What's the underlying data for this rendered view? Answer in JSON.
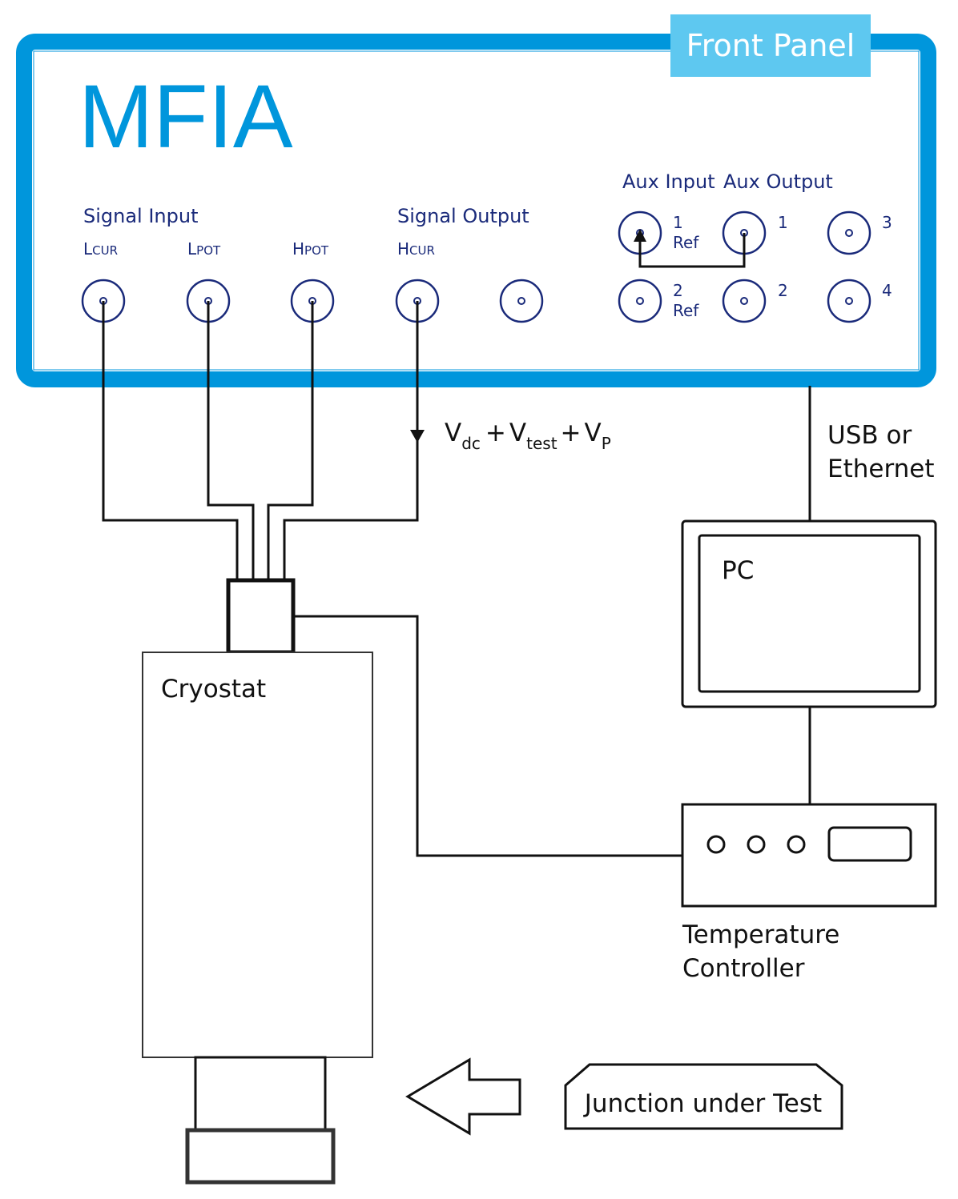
{
  "colors": {
    "panel_blue": "#0096dc",
    "label_bg": "#5ec8f0",
    "connector_navy": "#1a2a7a",
    "line_black": "#111111"
  },
  "front_panel": {
    "tab_label": "Front Panel",
    "device_name": "MFIA",
    "signal_input_label": "Signal Input",
    "signal_output_label": "Signal Output",
    "aux_input_label": "Aux Input",
    "aux_output_label": "Aux Output",
    "connectors": {
      "lcur_l": "L",
      "lcur_sub": "CUR",
      "lpot_l": "L",
      "lpot_sub": "POT",
      "hpot_h": "H",
      "hpot_sub": "POT",
      "hcur_h": "H",
      "hcur_sub": "CUR"
    },
    "aux_in_1_num": "1",
    "aux_in_1_ref": "Ref",
    "aux_in_2_num": "2",
    "aux_in_2_ref": "Ref",
    "aux_out_1_num": "1",
    "aux_out_2_num": "2",
    "aux_out_3_num": "3",
    "aux_out_4_num": "4"
  },
  "signal_formula": {
    "v1": "V",
    "sub1": "dc",
    "plus1": "+",
    "v2": "V",
    "sub2": "test",
    "plus2": "+",
    "v3": "V",
    "sub3": "P"
  },
  "usb_label_line1": "USB or",
  "usb_label_line2": "Ethernet",
  "pc_label": "PC",
  "cryostat_label": "Cryostat",
  "temp_controller_line1": "Temperature",
  "temp_controller_line2": "Controller",
  "junction_label": "Junction under Test"
}
